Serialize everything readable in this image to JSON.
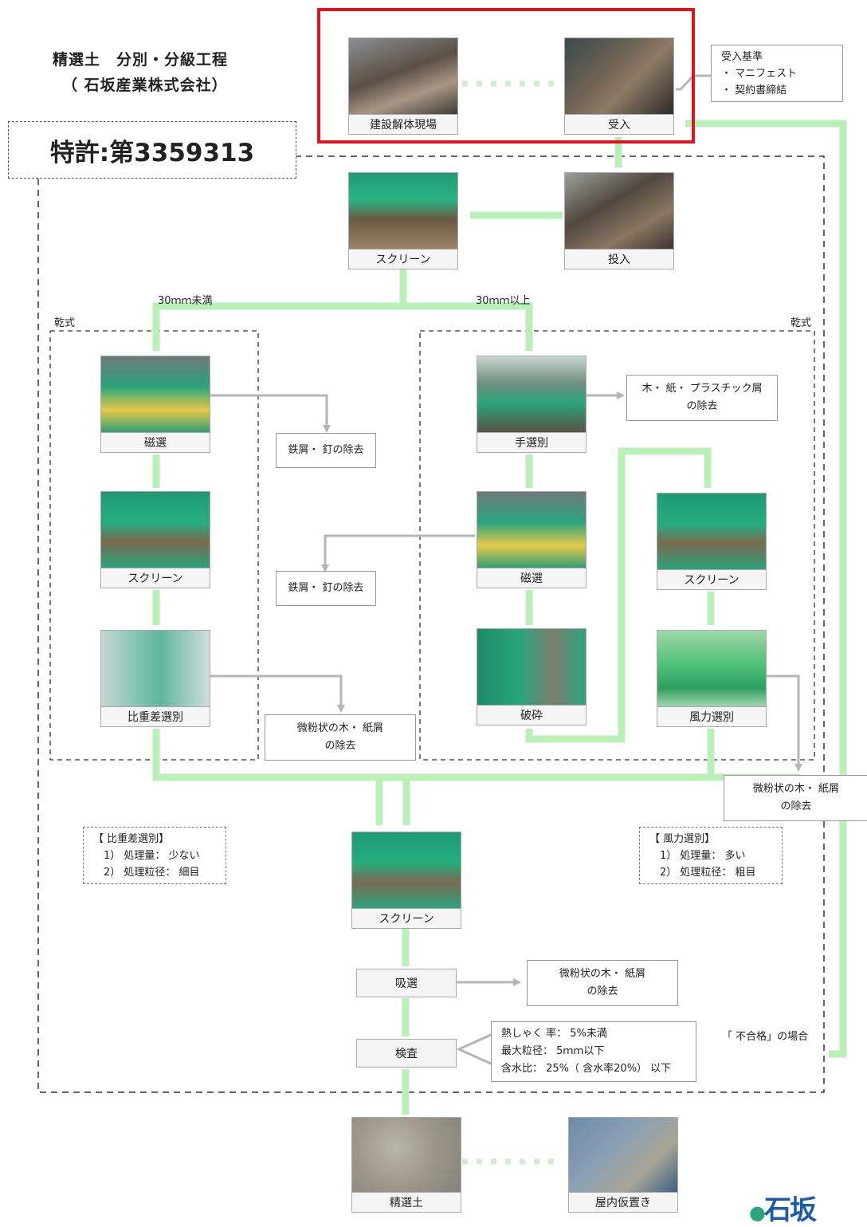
{
  "header": {
    "title_line1": "精選土　分別・分級工程",
    "title_line2": "（ 石坂産業株式会社）",
    "patent": "特許:第3359313"
  },
  "nodes": {
    "demolition_site": "建設解体現場",
    "receive": "受入",
    "input": "投入",
    "screen_top": "スクリーン",
    "magnet_left": "磁選",
    "screen_left": "スクリーン",
    "gravity_sep": "比重差選別",
    "hand_sort": "手選別",
    "magnet_right": "磁選",
    "crush": "破砕",
    "screen_right": "スクリーン",
    "wind_sep": "風力選別",
    "screen_bottom": "スクリーン",
    "suction": "吸選",
    "inspection": "検査",
    "refined_soil": "精選土",
    "indoor_storage": "屋内仮置き"
  },
  "labels": {
    "under30": "30ｍｍ未満",
    "over30": "30ｍｍ以上",
    "dry_left": "乾式",
    "dry_right": "乾式",
    "fail_case": "「 不合格」の場合"
  },
  "boxes": {
    "accept_criteria": [
      "受入基準",
      "・ マニフェスト",
      "・ 契約書締結"
    ],
    "iron_removal_1": [
      "鉄屑・ 釘の除去"
    ],
    "iron_removal_2": [
      "鉄屑・ 釘の除去"
    ],
    "fine_wood_left": [
      "微粉状の木・ 紙屑",
      "の除去"
    ],
    "wood_plastic": [
      "木・ 紙・ プラスチック屑",
      "の除去"
    ],
    "fine_wood_right": [
      "微粉状の木・ 紙屑",
      "の除去"
    ],
    "gravity_note": [
      "【 比重差選別】",
      "　1） 処理量： 少ない",
      "　2） 処理粒径： 細目"
    ],
    "wind_note": [
      "【 風力選別】",
      "　1） 処理量： 多い",
      "　2） 処理粒径： 粗目"
    ],
    "fine_wood_suction": [
      "微粉状の木・ 紙屑",
      "の除去"
    ],
    "inspection_criteria": [
      "熱しゃく 率： 5%未満",
      "最大粒径： 5ｍｍ以下",
      "含水比： 25%（ 含水率20%） 以下"
    ]
  },
  "logo": {
    "text": "石坂"
  },
  "colors": {
    "flow": "#b8f0b8",
    "flow_dots": "#cfeecf",
    "gray_arrow": "#b5b5b5",
    "highlight": "#e0141e",
    "machine": "#2aa57c"
  },
  "icons": [
    "site-photo",
    "receive-photo",
    "machine-photo",
    "crusher-photo",
    "silo-photo",
    "soil-photo",
    "storage-photo"
  ]
}
